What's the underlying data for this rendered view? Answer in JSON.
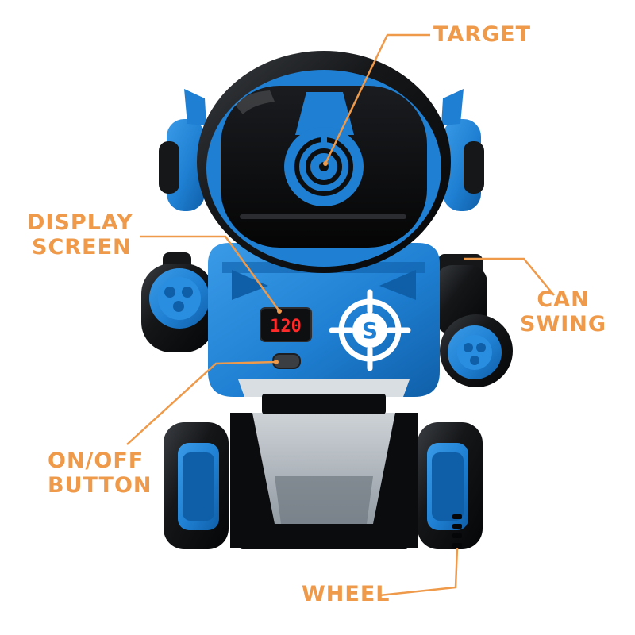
{
  "labels": {
    "target": "TARGET",
    "display_line1": "DISPLAY",
    "display_line2": "SCREEN",
    "can_line1": "CAN",
    "can_line2": "SWING",
    "onoff_line1": "ON/OFF",
    "onoff_line2": "BUTTON",
    "wheel": "WHEEL"
  },
  "display_readout": "120",
  "chest_logo_letter": "S",
  "colors": {
    "robot_blue": "#1f7fd2",
    "robot_blue_dark": "#0f5fa8",
    "robot_black": "#151719",
    "callout_orange": "#ee9a4a",
    "lcd_red": "#ff2a2a"
  }
}
